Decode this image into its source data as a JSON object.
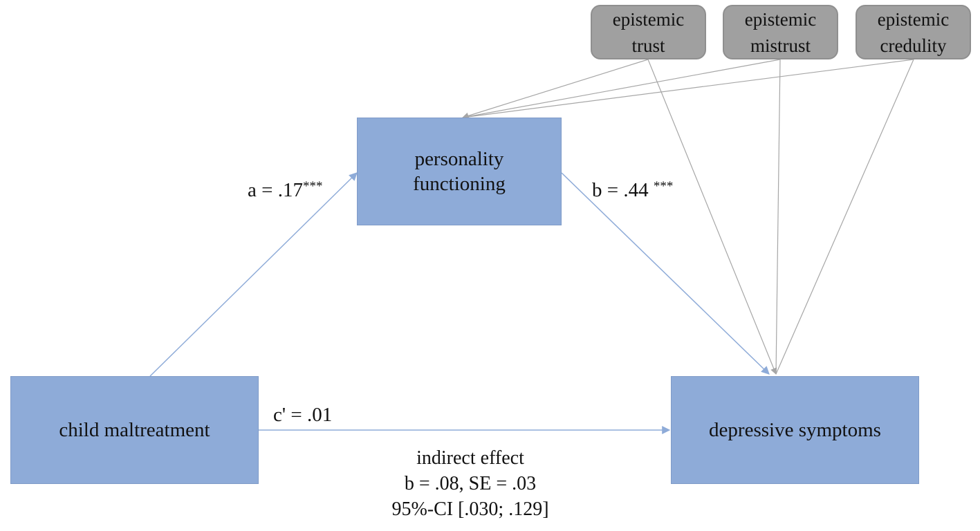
{
  "nodes": {
    "personality_functioning": {
      "line1": "personality",
      "line2": "functioning"
    },
    "child_maltreatment": {
      "label": "child maltreatment"
    },
    "depressive_symptoms": {
      "label": "depressive symptoms"
    },
    "epistemic_trust": {
      "line1": "epistemic",
      "line2": "trust"
    },
    "epistemic_mistrust": {
      "line1": "epistemic",
      "line2": "mistrust"
    },
    "epistemic_credulity": {
      "line1": "epistemic",
      "line2": "credulity"
    }
  },
  "paths": {
    "a": {
      "text": "a = .17",
      "stars": "***"
    },
    "b": {
      "text": "b = .44 ",
      "stars": "***"
    },
    "c_prime": {
      "text": "c' = .01"
    }
  },
  "indirect_effect": {
    "title": "indirect effect",
    "estimate": "b = .08, SE = .03",
    "ci": "95%-CI [.030; .129]"
  },
  "colors": {
    "box_fill": "#8eabd8",
    "moderator_fill": "#a0a0a0",
    "path_line": "#8eabd8",
    "moderator_line": "#a6a6a6"
  }
}
